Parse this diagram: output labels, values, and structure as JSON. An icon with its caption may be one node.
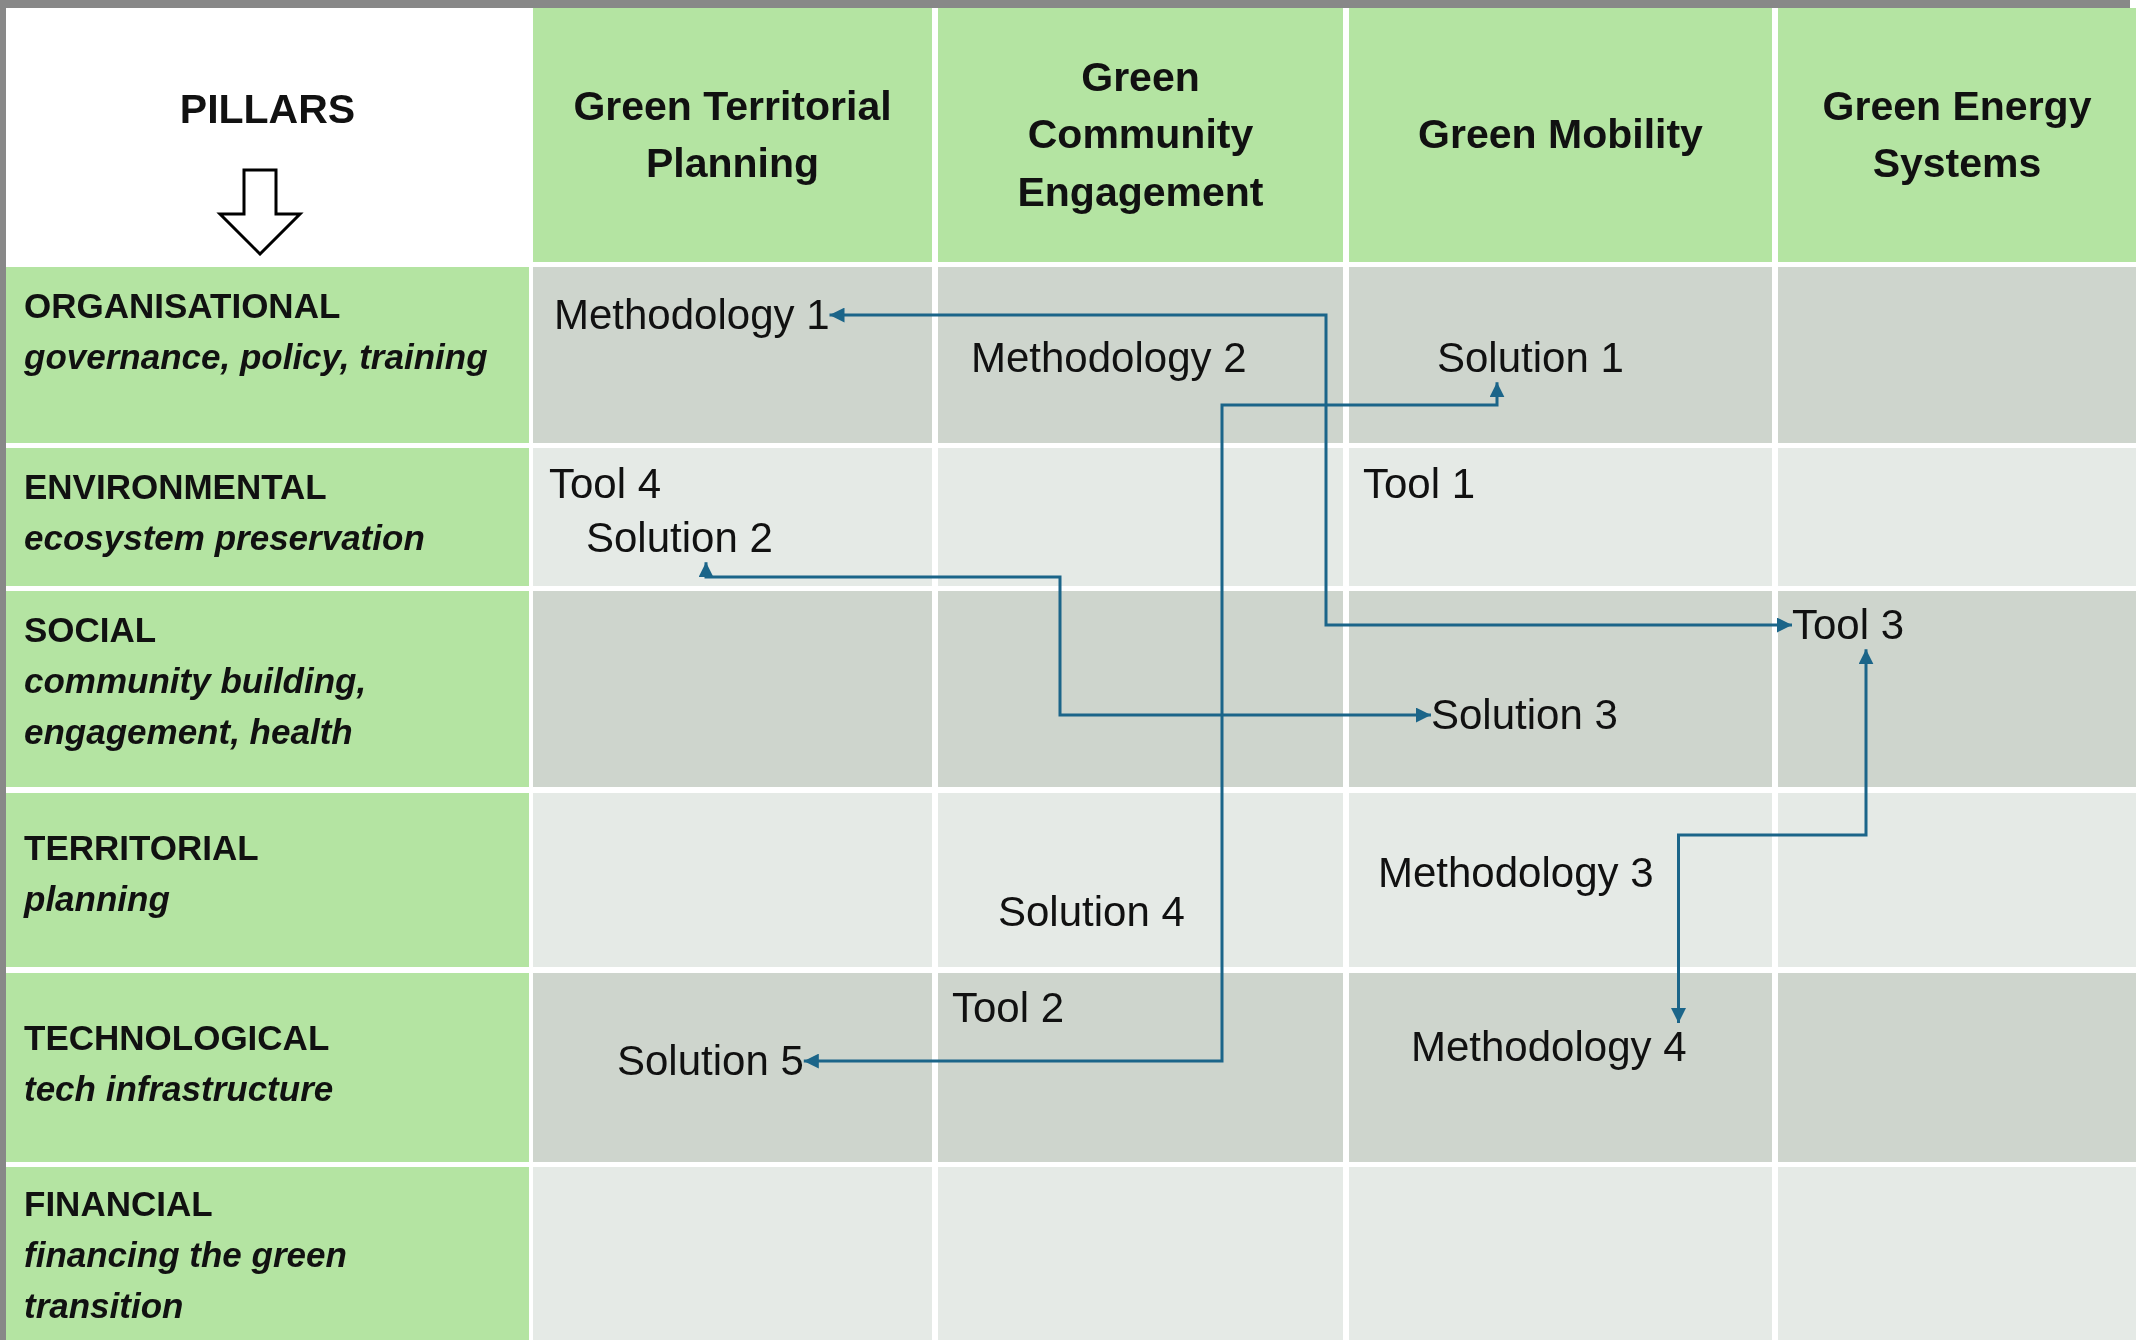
{
  "diagram": {
    "nodes": [
      {
        "text": [
          "PILLARS"
        ]
      },
      {
        "text": [
          "Green Territorial Planning"
        ]
      },
      {
        "text": [
          "Green Community Engagement"
        ]
      },
      {
        "text": [
          "Green Mobility"
        ]
      },
      {
        "text": [
          "Green Energy Systems"
        ]
      },
      {
        "text": [
          "ORGANISATIONAL",
          "governance, policy, training"
        ]
      },
      {
        "text": [
          "Methodology 1"
        ]
      },
      {
        "text": [
          "Methodology 2"
        ]
      },
      {
        "text": [
          "Solution 1"
        ]
      },
      {
        "text": [
          "ENVIRONMENTAL",
          "ecosystem preservation"
        ]
      },
      {
        "text": [
          "Tool 4"
        ]
      },
      {
        "text": [
          "Solution 2"
        ]
      },
      {
        "text": [
          "Tool 1"
        ]
      },
      {
        "text": [
          "SOCIAL",
          "community building, engagement, health"
        ]
      },
      {
        "text": [
          "Solution 3"
        ]
      },
      {
        "text": [
          "Tool 3"
        ]
      },
      {
        "text": [
          "TERRITORIAL",
          "planning"
        ]
      },
      {
        "text": [
          "Solution 4"
        ]
      },
      {
        "text": [
          "Methodology 3"
        ]
      },
      {
        "text": [
          "TECHNOLOGICAL",
          "tech infrastructure"
        ]
      },
      {
        "text": [
          "Solution 5"
        ]
      },
      {
        "text": [
          "Tool 2"
        ]
      },
      {
        "text": [
          "Methodology 4"
        ]
      },
      {
        "text": [
          "FINANCIAL",
          "financing the green transition"
        ]
      }
    ],
    "edges": [
      {
        "from": 6,
        "to": 15,
        "arrow": "both"
      },
      {
        "from": 8,
        "to": 20,
        "arrow": "both"
      },
      {
        "from": 11,
        "to": 14,
        "arrow": "both"
      },
      {
        "from": 15,
        "to": 22,
        "arrow": "both"
      }
    ]
  }
}
